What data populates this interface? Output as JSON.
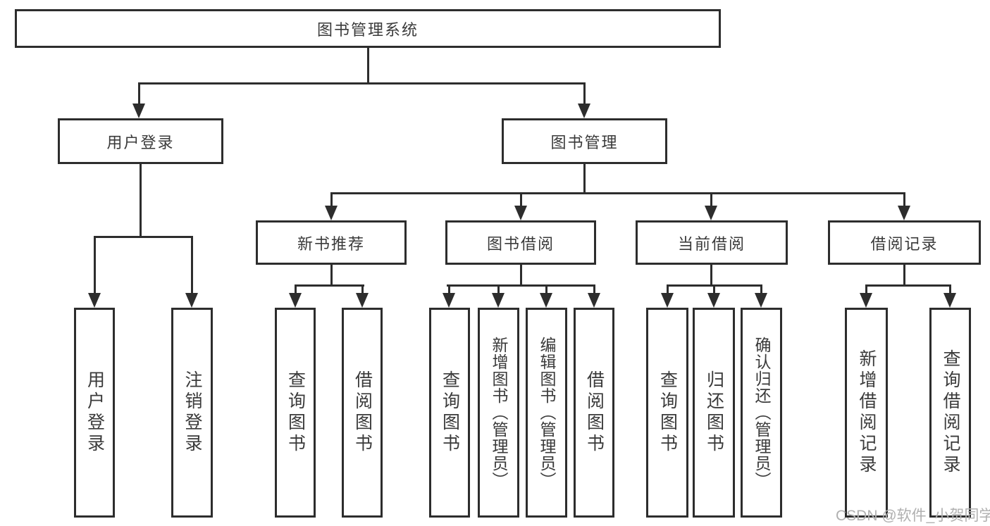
{
  "diagram": {
    "type": "hierarchy-tree",
    "watermark": "CSDN @软件_小贺同学",
    "colors": {
      "line": "#2d2d2d",
      "box_border": "#2d2d2d",
      "box_fill": "#ffffff",
      "text": "#3a3a3a",
      "watermark_text": "#b0b0b0",
      "background": "#ffffff"
    }
  },
  "tree": {
    "label": "图书管理系统",
    "children": [
      {
        "label": "用户登录",
        "children": [
          {
            "label": "用户登录"
          },
          {
            "label": "注销登录"
          }
        ]
      },
      {
        "label": "图书管理",
        "children": [
          {
            "label": "新书推荐",
            "children": [
              {
                "label": "查询图书"
              },
              {
                "label": "借阅图书"
              }
            ]
          },
          {
            "label": "图书借阅",
            "children": [
              {
                "label": "查询图书"
              },
              {
                "label": "新增图书（管理员）"
              },
              {
                "label": "编辑图书（管理员）"
              },
              {
                "label": "借阅图书"
              }
            ]
          },
          {
            "label": "当前借阅",
            "children": [
              {
                "label": "查询图书"
              },
              {
                "label": "归还图书"
              },
              {
                "label": "确认归还（管理员）"
              }
            ]
          },
          {
            "label": "借阅记录",
            "children": [
              {
                "label": "新增借阅记录"
              },
              {
                "label": "查询借阅记录"
              }
            ]
          }
        ]
      }
    ]
  }
}
